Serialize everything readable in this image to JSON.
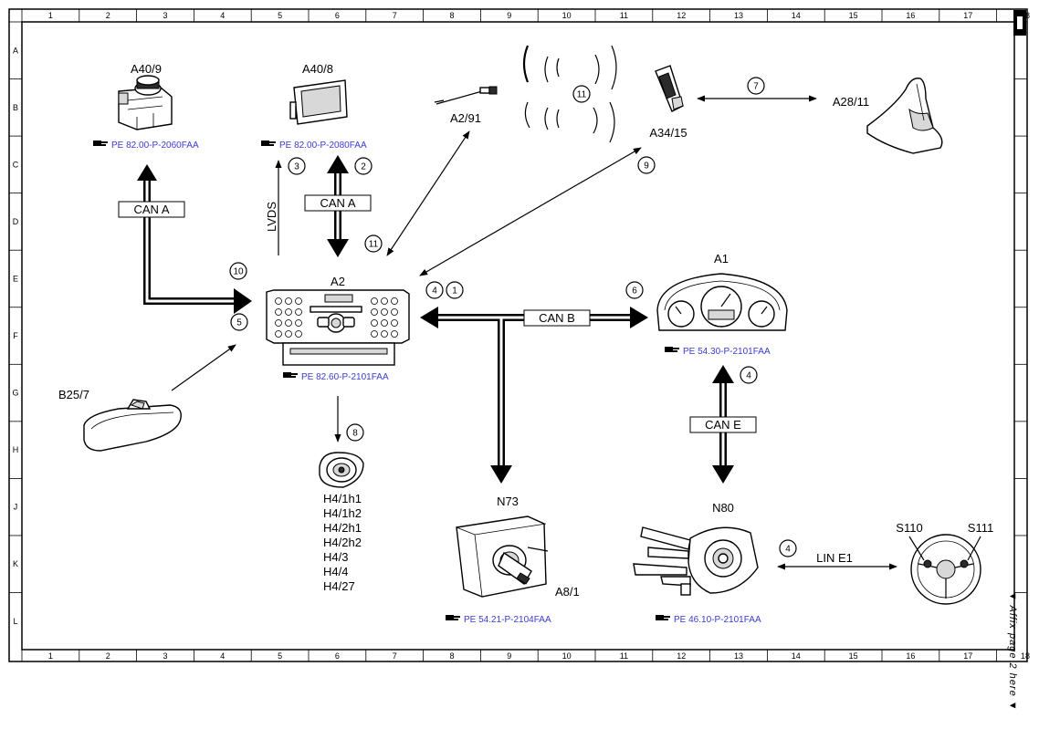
{
  "grid": {
    "columns": [
      "1",
      "2",
      "3",
      "4",
      "5",
      "6",
      "7",
      "8",
      "9",
      "10",
      "11",
      "12",
      "13",
      "14",
      "15",
      "16",
      "17",
      "18"
    ],
    "rows": [
      "A",
      "B",
      "C",
      "D",
      "E",
      "F",
      "G",
      "H",
      "J",
      "K",
      "L"
    ]
  },
  "components": {
    "a40_9": {
      "code": "A40/9",
      "ref": "PE 82.00-P-2060FAA"
    },
    "a40_8": {
      "code": "A40/8",
      "ref": "PE 82.00-P-2080FAA"
    },
    "a2_91": {
      "code": "A2/91"
    },
    "a34_15": {
      "code": "A34/15"
    },
    "a28_11": {
      "code": "A28/11"
    },
    "a2": {
      "code": "A2",
      "ref": "PE 82.60-P-2101FAA"
    },
    "a1": {
      "code": "A1",
      "ref": "PE 54.30-P-2101FAA"
    },
    "b25_7": {
      "code": "B25/7"
    },
    "n73": {
      "code": "N73",
      "ref": "PE 54.21-P-2104FAA",
      "sub_code": "A8/1"
    },
    "n80": {
      "code": "N80",
      "ref": "PE 46.10-P-2101FAA"
    },
    "s110": {
      "code": "S110"
    },
    "s111": {
      "code": "S111"
    },
    "speakers": {
      "codes": [
        "H4/1h1",
        "H4/1h2",
        "H4/2h1",
        "H4/2h2",
        "H4/3",
        "H4/4",
        "H4/27"
      ]
    }
  },
  "buses": {
    "can_a_left": "CAN A",
    "can_a_top": "CAN A",
    "lvds": "LVDS",
    "can_b": "CAN B",
    "can_e": "CAN E",
    "lin_e1": "LIN E1"
  },
  "callouts": {
    "c1": "1",
    "c2": "2",
    "c3": "3",
    "c4a": "4",
    "c4b": "4",
    "c4c": "4",
    "c5": "5",
    "c6": "6",
    "c7": "7",
    "c8": "8",
    "c9": "9",
    "c10": "10",
    "c11a": "11",
    "c11b": "11"
  },
  "side_note": "▼ Affix page 2 here ▼"
}
